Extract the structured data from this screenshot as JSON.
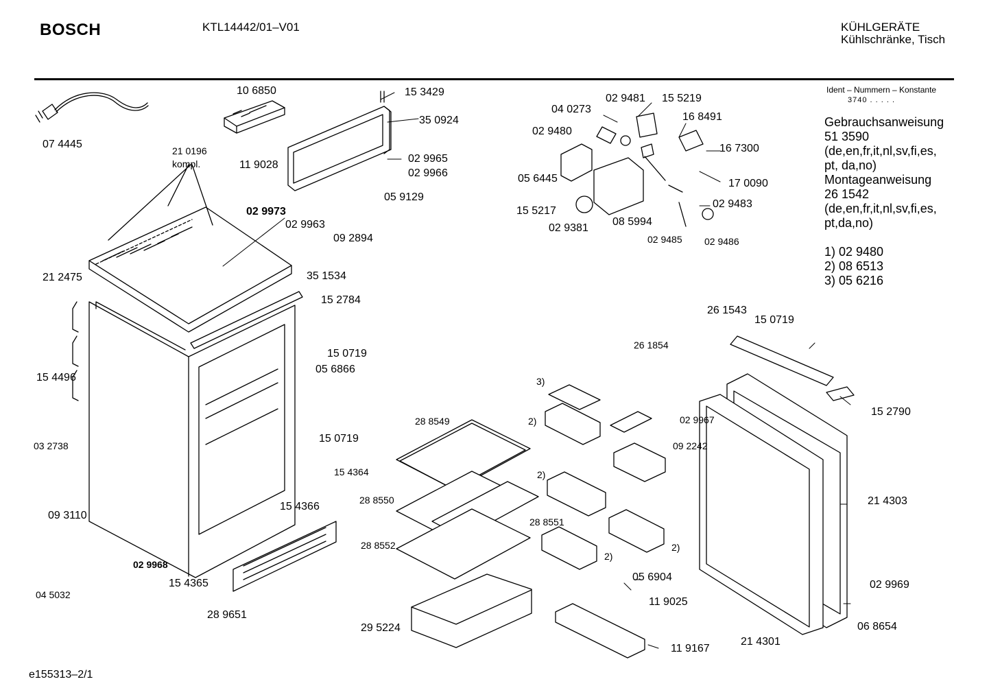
{
  "header": {
    "brand": "BOSCH",
    "model": "KTL14442/01–V01",
    "category_line1": "KÜHLGERÄTE",
    "category_line2": "Kühlschränke, Tisch"
  },
  "sidebar": {
    "ident_title": "Ident – Nummern – Konstante",
    "constant": "3740  .  .  .  .  .",
    "lines": [
      "Gebrauchsanweisung",
      "51 3590",
      "(de,en,fr,it,nl,sv,fi,es,",
      "pt, da,no)",
      "Montageanweisung",
      "26 1542",
      "(de,en,fr,it,nl,sv,fi,es,",
      "pt,da,no)",
      "",
      "1)  02 9480",
      "2)  08 6513",
      "3)  05 6216"
    ]
  },
  "footer": "e155313–2/1",
  "labels": {
    "p074445": "07 4445",
    "p106850": "10 6850",
    "p153429": "15 3429",
    "p350924": "35 0924",
    "p119028": "11 9028",
    "p029965": "02 9965",
    "p029966": "02 9966",
    "p210196": "21 0196",
    "kompl": "kompl.",
    "p059129": "05 9129",
    "p029973": "02 9973",
    "p029963": "02 9963",
    "p092894": "09 2894",
    "p212475": "21 2475",
    "p351534": "35 1534",
    "p152784": "15 2784",
    "p150719a": "15 0719",
    "p154496": "15 4496",
    "p056866": "05 6866",
    "p032738": "03 2738",
    "p150719b": "15 0719",
    "p154364": "15 4364",
    "p154366": "15 4366",
    "p093110": "09 3110",
    "p045032": "04 5032",
    "p029968": "02 9968",
    "p154365": "15 4365",
    "p289651": "28 9651",
    "p029481": "02 9481",
    "p155219": "15 5219",
    "p040273": "04 0273",
    "p168491": "16 8491",
    "p029480": "02 9480",
    "p167300": "16 7300",
    "p056445": "05 6445",
    "p170090": "17 0090",
    "p155217": "15 5217",
    "p029483": "02 9483",
    "p029381": "02 9381",
    "p085994": "08 5994",
    "p029485": "02 9485",
    "p029486": "02 9486",
    "p261543": "26 1543",
    "p150719c": "15 0719",
    "p261854": "26 1854",
    "fn3": "3)",
    "p152790": "15 2790",
    "p288549": "28 8549",
    "fn2a": "2)",
    "p029967": "02 9967",
    "p092242": "09 2242",
    "fn2b": "2)",
    "p288550": "28 8550",
    "p288551": "28 8551",
    "p214303": "21 4303",
    "p288552": "28 8552",
    "fn2c": "2)",
    "fn2d": "2)",
    "p056904": "05 6904",
    "p029969": "02 9969",
    "p119025": "11 9025",
    "p295224": "29 5224",
    "p068654": "06 8654",
    "p214301": "21 4301",
    "p119167": "11 9167"
  }
}
